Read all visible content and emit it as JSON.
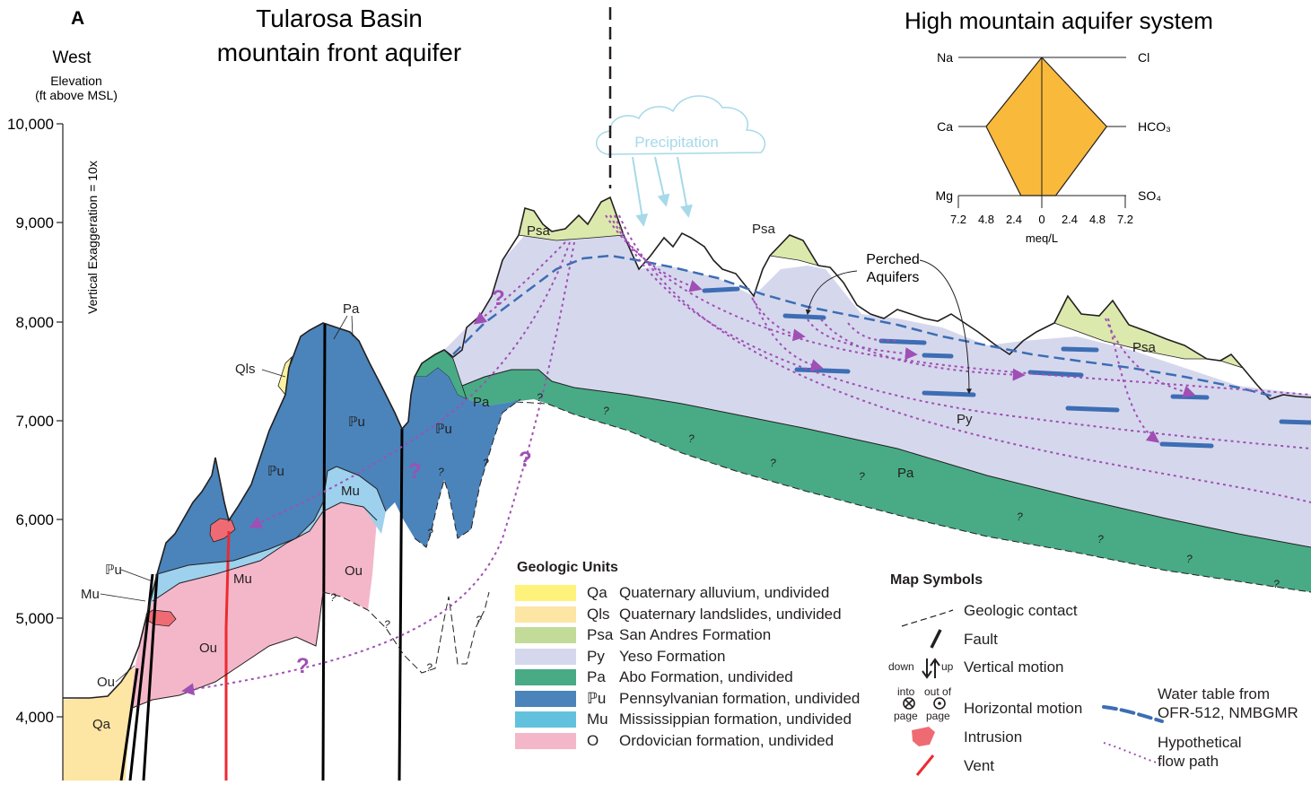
{
  "panel_letter": "A",
  "left_title": [
    "Tularosa Basin",
    "mountain front aquifer"
  ],
  "right_title": "High mountain aquifer system",
  "direction": "West",
  "elevation_label": [
    "Elevation",
    "(ft above MSL)"
  ],
  "vertical_exaggeration": "Vertical Exaggeration = 10x",
  "elevation_ticks": [
    "10,000",
    "9,000",
    "8,000",
    "7,000",
    "6,000",
    "5,000",
    "4,000"
  ],
  "precipitation": "Precipitation",
  "perched_label": [
    "Perched",
    "Aquifers"
  ],
  "unit_labels": {
    "qa": "Qa",
    "qls": "Qls",
    "pu": "ℙu",
    "mu": "Mu",
    "ou": "Ou",
    "pa": "Pa",
    "psa": "Psa",
    "py": "Py",
    "question": "?"
  },
  "stiff": {
    "left_ions": [
      "Na",
      "Ca",
      "Mg"
    ],
    "right_ions": [
      "Cl",
      "HCO₃",
      "SO₄"
    ],
    "axis_ticks": [
      "7.2",
      "4.8",
      "2.4",
      "0",
      "2.4",
      "4.8",
      "7.2"
    ],
    "axis_label": "meq/L",
    "fill_color": "#f9b93a",
    "values_meq": {
      "Na": 0,
      "Cl": 0,
      "Ca": 4.8,
      "HCO3": 5.6,
      "Mg": 1.8,
      "SO4": 1.2
    }
  },
  "legend": {
    "title": "Geologic Units",
    "items": [
      {
        "code": "Qa",
        "desc": "Quaternary alluvium, undivided",
        "color": "#fff27a"
      },
      {
        "code": "Qls",
        "desc": "Quaternary landslides, undivided",
        "color": "#fde5a3"
      },
      {
        "code": "Psa",
        "desc": "San Andres Formation",
        "color": "#c3db98"
      },
      {
        "code": "Py",
        "desc": "Yeso Formation",
        "color": "#d5d8ed"
      },
      {
        "code": "Pa",
        "desc": "Abo Formation, undivided",
        "color": "#48ab86"
      },
      {
        "code": "ℙu",
        "desc": "Pennsylvanian formation, undivided",
        "color": "#4a84bb"
      },
      {
        "code": "Mu",
        "desc": "Mississippian formation, undivided",
        "color": "#62c2de"
      },
      {
        "code": "O",
        "desc": "Ordovician formation, undivided",
        "color": "#f4b7c9"
      }
    ]
  },
  "symbols": {
    "title": "Map Symbols",
    "contact": "Geologic contact",
    "fault": "Fault",
    "down": "down",
    "up": "up",
    "vertical": "Vertical motion",
    "into": [
      "into",
      "page"
    ],
    "out_of": [
      "out of",
      "page"
    ],
    "horizontal": "Horizontal motion",
    "intrusion": "Intrusion",
    "vent": "Vent",
    "water_table": [
      "Water table from",
      "OFR-512, NMBGMR"
    ],
    "flow_path": [
      "Hypothetical",
      "flow path"
    ]
  },
  "colors": {
    "qa": "#fde5a3",
    "qls": "#fbf3a0",
    "pu": "#4a84bb",
    "mu": "#9dd1ee",
    "ou": "#f4b7c9",
    "pa": "#48ab86",
    "psa": "#dce9ac",
    "py": "#d5d8ed",
    "water_table": "#3d6db4",
    "flow": "#a04fb4",
    "vent": "#ee2a2f",
    "intrusion": "#ef6b73",
    "precip": "#a6d9e9"
  }
}
